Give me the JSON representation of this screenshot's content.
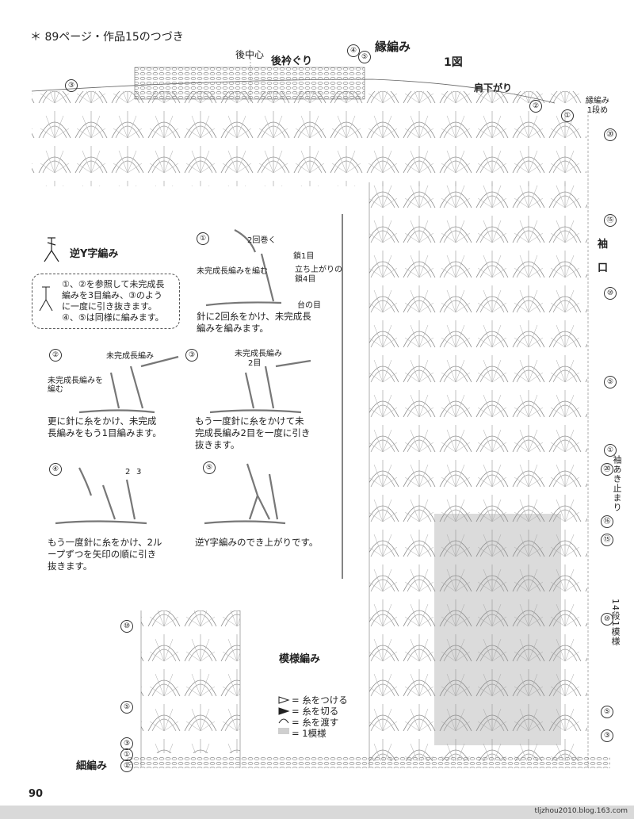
{
  "header": {
    "reference": "＊ 89ページ・作品15のつづき"
  },
  "diagram1": {
    "title_edge": "縁編み",
    "figure": "1図",
    "back_center": "後中心",
    "back_neck": "後衿ぐり",
    "shoulder": "肩下がり",
    "edge_row": "縁編み\n1段め",
    "cuff": "袖\n口",
    "sleeve_open": "袖あき止まり",
    "repeat": "14段1模様",
    "rows_right": [
      "⑳",
      "⑮",
      "⑩",
      "⑤",
      "①",
      "⑳",
      "⑯",
      "⑮",
      "⑩",
      "⑤",
      "③"
    ],
    "rows_top": [
      "④",
      "⑤",
      "③",
      "①",
      "②"
    ]
  },
  "technique": {
    "title": "逆Y字編み",
    "note_lines": [
      "①、②を参照して未完成長",
      "編みを3目編み、③のよう",
      "に一度に引き抜きます。",
      "④、⑤は同様に編みます。"
    ],
    "step1": {
      "num": "①",
      "label_a": "2回巻く",
      "label_b": "鎖1目",
      "label_c": "未完成長編みを編む",
      "label_d": "立ち上がりの鎖4目",
      "label_e": "台の目",
      "text": [
        "針に2回糸をかけ、未完成長",
        "編みを編みます。"
      ]
    },
    "step2": {
      "num": "②",
      "label_a": "未完成長編み",
      "label_b": "未完成長編みを編む",
      "text": [
        "更に針に糸をかけ、未完成",
        "長編みをもう1目編みます。"
      ]
    },
    "step3": {
      "num": "③",
      "label_a": "未完成長編み",
      "label_b": "2目",
      "text": [
        "もう一度針に糸をかけて未",
        "完成長編み2目を一度に引き",
        "抜きます。"
      ]
    },
    "step4": {
      "num": "④",
      "label_a": "2",
      "label_b": "3",
      "text": [
        "もう一度針に糸をかけ、2ル",
        "ープずつを矢印の順に引き",
        "抜きます。"
      ]
    },
    "step5": {
      "num": "⑤",
      "text": [
        "逆Y字編みのでき上がりです。"
      ]
    }
  },
  "pattern": {
    "title": "模様編み",
    "rows_left": [
      "⑩",
      "⑤",
      "③",
      "①",
      "①"
    ],
    "legend": [
      "= 糸をつける",
      "= 糸を切る",
      "= 糸を渡す",
      "= 1模様"
    ],
    "single_crochet": "細編み"
  },
  "footer": {
    "page": "90",
    "blog": "tljzhou2010.blog.163.com"
  }
}
